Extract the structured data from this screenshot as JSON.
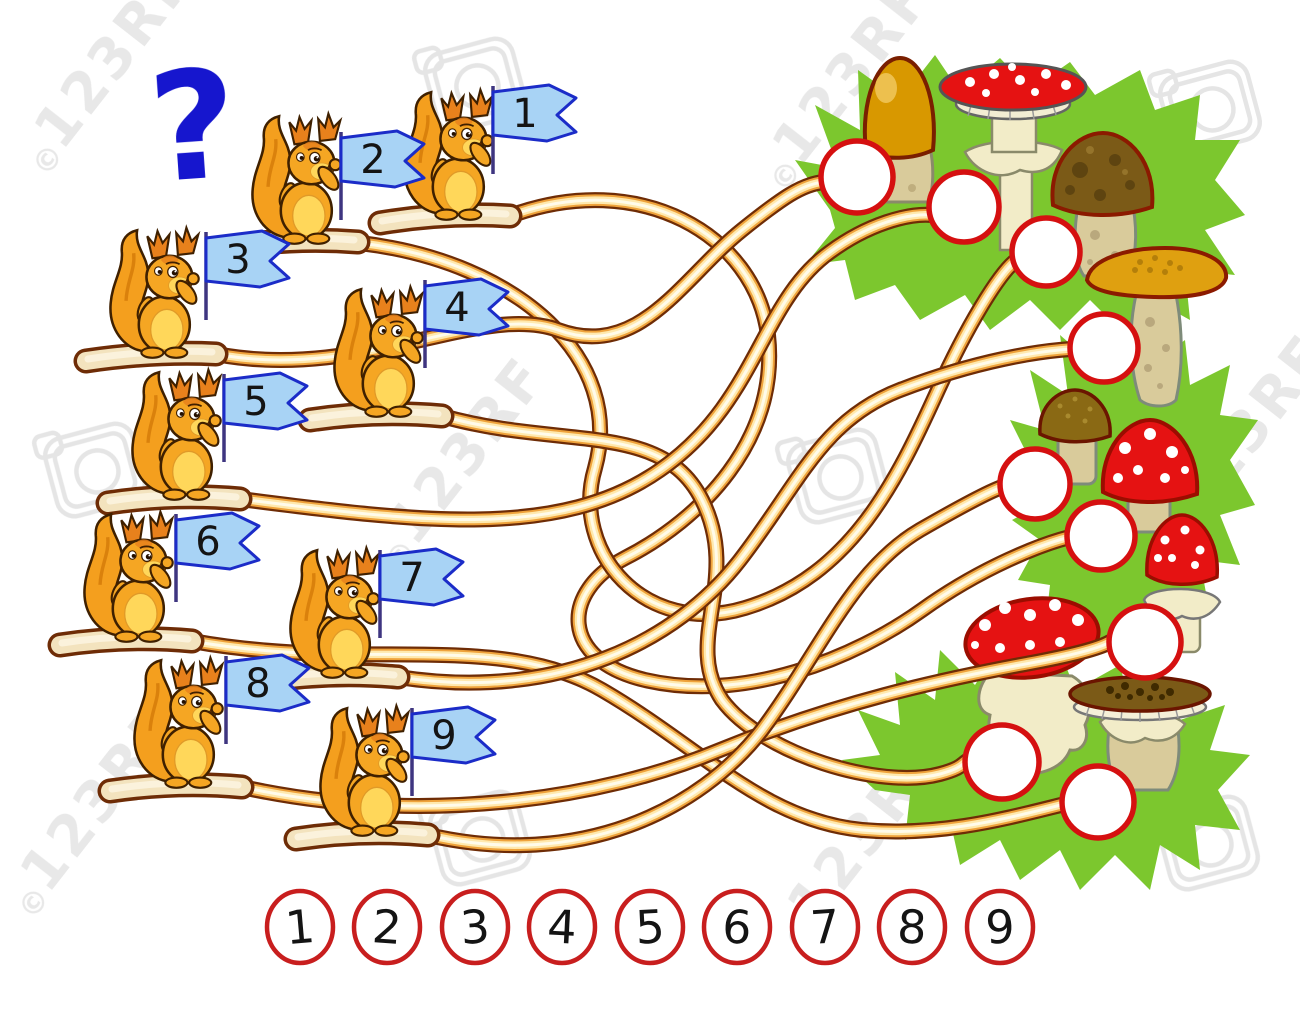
{
  "question": {
    "mark": "?"
  },
  "maze": {
    "squirrel_flags": [
      "1",
      "2",
      "3",
      "4",
      "5",
      "6",
      "7",
      "8",
      "9"
    ],
    "answer_circles": [
      "",
      "",
      "",
      "",
      "",
      "",
      "",
      "",
      ""
    ]
  },
  "answer_options": [
    "1",
    "2",
    "3",
    "4",
    "5",
    "6",
    "7",
    "8",
    "9"
  ],
  "watermark": {
    "brand": "123RF",
    "symbol": "©"
  },
  "colors": {
    "question_blue": "#1616CE",
    "flag_fill": "#A8D3F5",
    "flag_border": "#1B2CC8",
    "flag_staff": "#3E3580",
    "rope_outline": "#6E2C06",
    "rope_mid": "#EFA33C",
    "rope_light": "#FFE9AE",
    "grass_green": "#7CC72E",
    "answer_circle_border": "#D51010",
    "option_circle_border": "#C81E1E",
    "squirrel_orange": "#F5A623",
    "squirrel_belly": "#FFD75A",
    "mushroom_red": "#E51212",
    "mushroom_brown": "#7B5A17",
    "mushroom_gold": "#D89800",
    "mushroom_mustard": "#DFA010",
    "stem_beige": "#D9CB9B",
    "stem_cream": "#F2ECC8"
  }
}
